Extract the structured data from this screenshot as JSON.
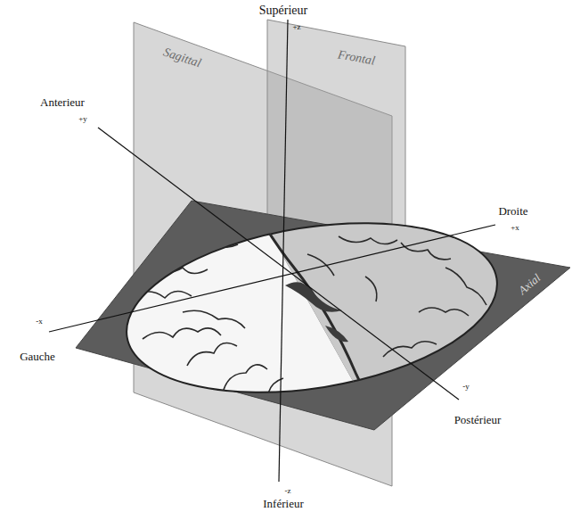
{
  "diagram": {
    "labels": [
      "Supérieur",
      "+z",
      "Sagittal",
      "Frontal",
      "Anterieur",
      "+y",
      "Droite",
      "+x",
      "-x",
      "Gauche",
      "Axial",
      "-y",
      "Postérieur",
      "-z",
      "Inférieur"
    ]
  }
}
